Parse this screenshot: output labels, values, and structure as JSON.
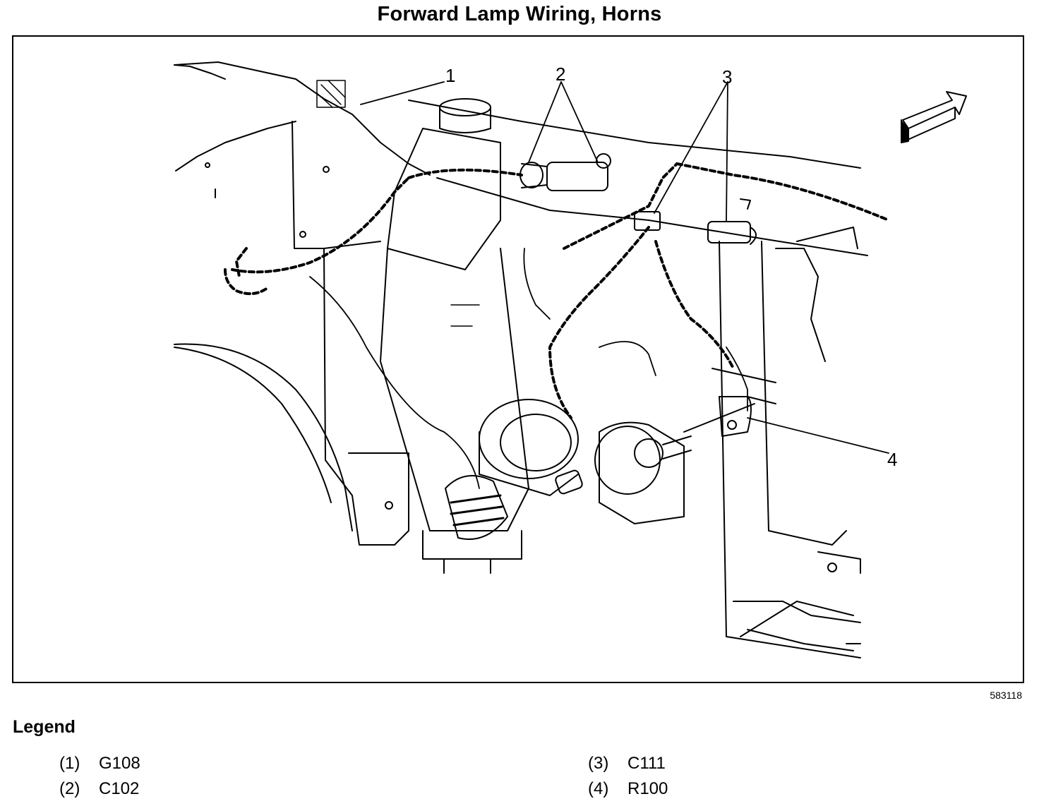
{
  "title": "Forward Lamp Wiring, Horns",
  "figure_id": "583118",
  "callouts": [
    "1",
    "2",
    "3",
    "4"
  ],
  "legend": {
    "heading": "Legend",
    "items": [
      {
        "num": "(1)",
        "label": "G108"
      },
      {
        "num": "(2)",
        "label": "C102"
      },
      {
        "num": "(3)",
        "label": "C111"
      },
      {
        "num": "(4)",
        "label": "R100"
      }
    ]
  }
}
